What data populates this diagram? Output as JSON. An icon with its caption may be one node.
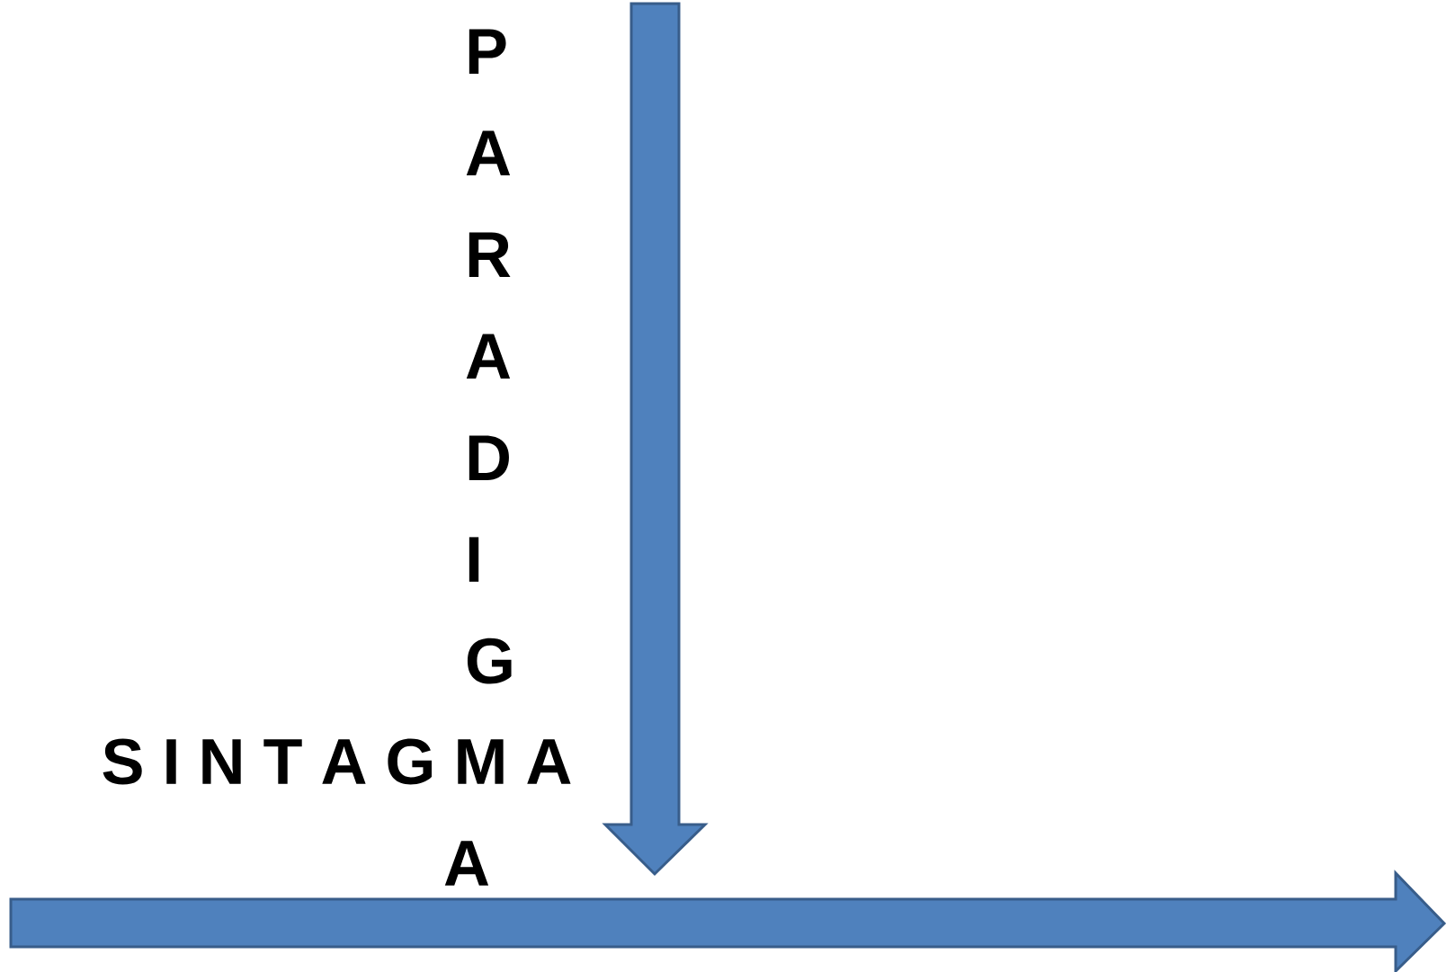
{
  "diagram": {
    "labels": [
      "P A R A D I G",
      "S I N T A G M A",
      "A"
    ]
  }
}
